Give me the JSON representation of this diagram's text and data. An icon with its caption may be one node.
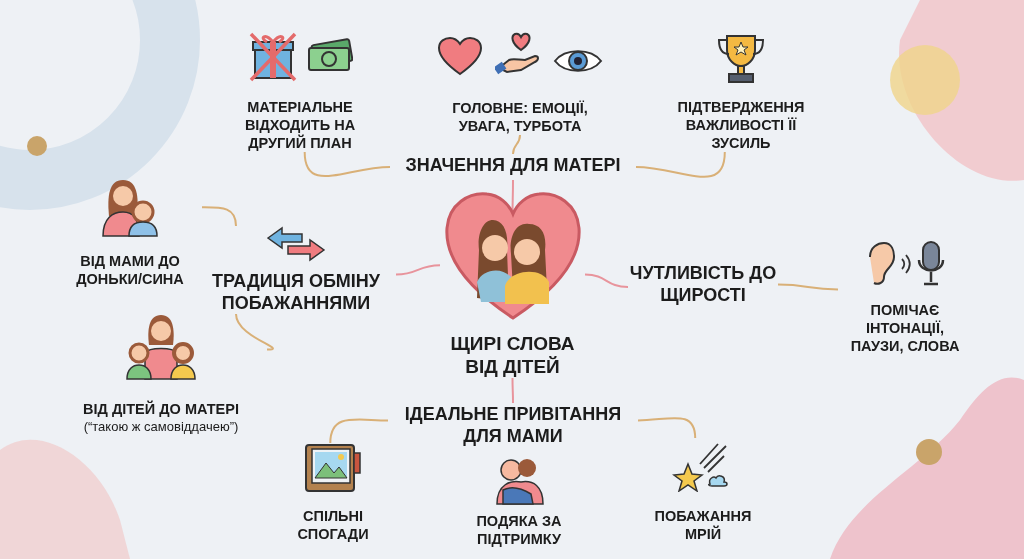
{
  "diagram": {
    "nodes": [
      {
        "text": [
          "ЩИРІ СЛОВА ВІД ДІТЕЙ"
        ]
      },
      {
        "text": [
          "ЗНАЧЕННЯ ДЛЯ МАТЕРІ"
        ]
      },
      {
        "text": [
          "МАТЕРІАЛЬНЕ ВІДХОДИТЬ НА ДРУГИЙ ПЛАН"
        ]
      },
      {
        "text": [
          "ГОЛОВНЕ: ЕМОЦІЇ, УВАГА, ТУРБОТА"
        ]
      },
      {
        "text": [
          "ПІДТВЕРДЖЕННЯ ВАЖЛИВОСТІ ЇЇ ЗУСИЛЬ"
        ]
      },
      {
        "text": [
          "ТРАДИЦІЯ ОБМІНУ ПОБАЖАННЯМИ"
        ]
      },
      {
        "text": [
          "ВІД МАМИ ДО ДОНЬКИ/СИНА"
        ]
      },
      {
        "text": [
          "ВІД ДІТЕЙ ДО МАТЕРІ",
          "(“такою ж самовіддачею”)"
        ]
      },
      {
        "text": [
          "ЧУТЛИВІСТЬ ДО ЩИРОСТІ"
        ]
      },
      {
        "text": [
          "ПОМІЧАЄ ІНТОНАЦІЇ, ПАУЗИ, СЛОВА"
        ]
      },
      {
        "text": [
          "ІДЕАЛЬНЕ ПРИВІТАННЯ ДЛЯ МАМИ"
        ]
      },
      {
        "text": [
          "СПІЛЬНІ СПОГАДИ"
        ]
      },
      {
        "text": [
          "ПОДЯКА ЗА ПІДТРИМКУ"
        ]
      },
      {
        "text": [
          "ПОБАЖАННЯ МРІЙ"
        ]
      }
    ],
    "edges": [
      {
        "from": 0,
        "to": 1,
        "arrow": "none",
        "color": "#e8949c"
      },
      {
        "from": 0,
        "to": 5,
        "arrow": "none",
        "color": "#e8949c"
      },
      {
        "from": 0,
        "to": 8,
        "arrow": "none",
        "color": "#e8949c"
      },
      {
        "from": 0,
        "to": 10,
        "arrow": "none",
        "color": "#e8949c"
      },
      {
        "from": 1,
        "to": 2,
        "arrow": "none"
      },
      {
        "from": 1,
        "to": 3,
        "arrow": "none"
      },
      {
        "from": 1,
        "to": 4,
        "arrow": "none"
      },
      {
        "from": 5,
        "to": 6,
        "arrow": "none"
      },
      {
        "from": 5,
        "to": 7,
        "arrow": "none"
      },
      {
        "from": 8,
        "to": 9,
        "arrow": "none"
      },
      {
        "from": 10,
        "to": 11,
        "arrow": "none"
      },
      {
        "from": 10,
        "to": 13,
        "arrow": "none"
      }
    ]
  }
}
